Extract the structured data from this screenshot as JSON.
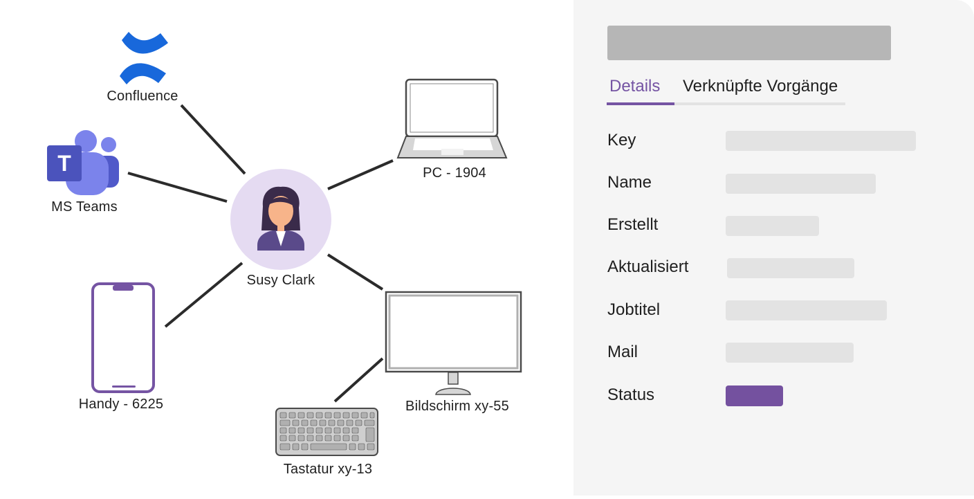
{
  "graph": {
    "center": {
      "label": "Susy Clark",
      "icon": "user-avatar-icon"
    },
    "nodes": [
      {
        "key": "confluence",
        "label": "Confluence",
        "icon": "confluence-icon"
      },
      {
        "key": "teams",
        "label": "MS Teams",
        "icon": "ms-teams-icon"
      },
      {
        "key": "pc",
        "label": "PC - 1904",
        "icon": "laptop-icon"
      },
      {
        "key": "phone",
        "label": "Handy - 6225",
        "icon": "smartphone-icon"
      },
      {
        "key": "monitor",
        "label": "Bildschirm xy-55",
        "icon": "monitor-icon"
      },
      {
        "key": "keyboard",
        "label": "Tastatur xy-13",
        "icon": "keyboard-icon"
      }
    ]
  },
  "panel": {
    "tabs": [
      {
        "label": "Details",
        "active": true
      },
      {
        "label": "Verknüpfte Vorgänge",
        "active": false
      }
    ],
    "fields": [
      {
        "label": "Key"
      },
      {
        "label": "Name"
      },
      {
        "label": "Erstellt"
      },
      {
        "label": "Aktualisiert"
      },
      {
        "label": "Jobtitel"
      },
      {
        "label": "Mail"
      },
      {
        "label": "Status"
      }
    ]
  },
  "colors": {
    "accent": "#74519f",
    "placeholder": "#e3e3e3",
    "header_placeholder": "#b6b6b6",
    "panel_bg": "#f5f5f5",
    "confluence_blue": "#1868db",
    "teams_purple": "#5059c9",
    "avatar_bg": "#e5dbf2"
  }
}
